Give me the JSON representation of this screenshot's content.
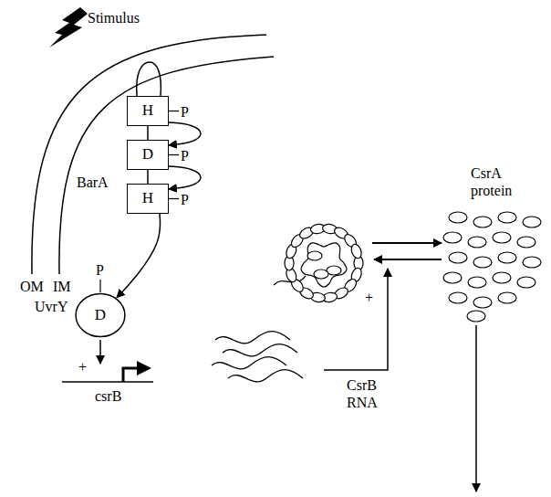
{
  "diagram": {
    "nodes": [
      {
        "text": [
          "H"
        ]
      },
      {
        "text": [
          "D"
        ]
      },
      {
        "text": [
          "H"
        ]
      },
      {
        "text": [
          "D"
        ]
      }
    ],
    "edges": [
      {
        "from": 0,
        "to": 1,
        "arrow": "none"
      },
      {
        "from": 1,
        "to": 2,
        "arrow": "none"
      },
      {
        "from": 0,
        "to": 1,
        "arrow": "to"
      },
      {
        "from": 1,
        "to": 2,
        "arrow": "to"
      },
      {
        "from": 2,
        "to": 3,
        "arrow": "to"
      }
    ],
    "labels": [
      "Stimulus",
      "OM",
      "IM",
      "BarA",
      "P",
      "P",
      "P",
      "P",
      "UvrY",
      "csrB",
      "+",
      "CsrA protein",
      "CsrB RNA",
      "+"
    ]
  }
}
